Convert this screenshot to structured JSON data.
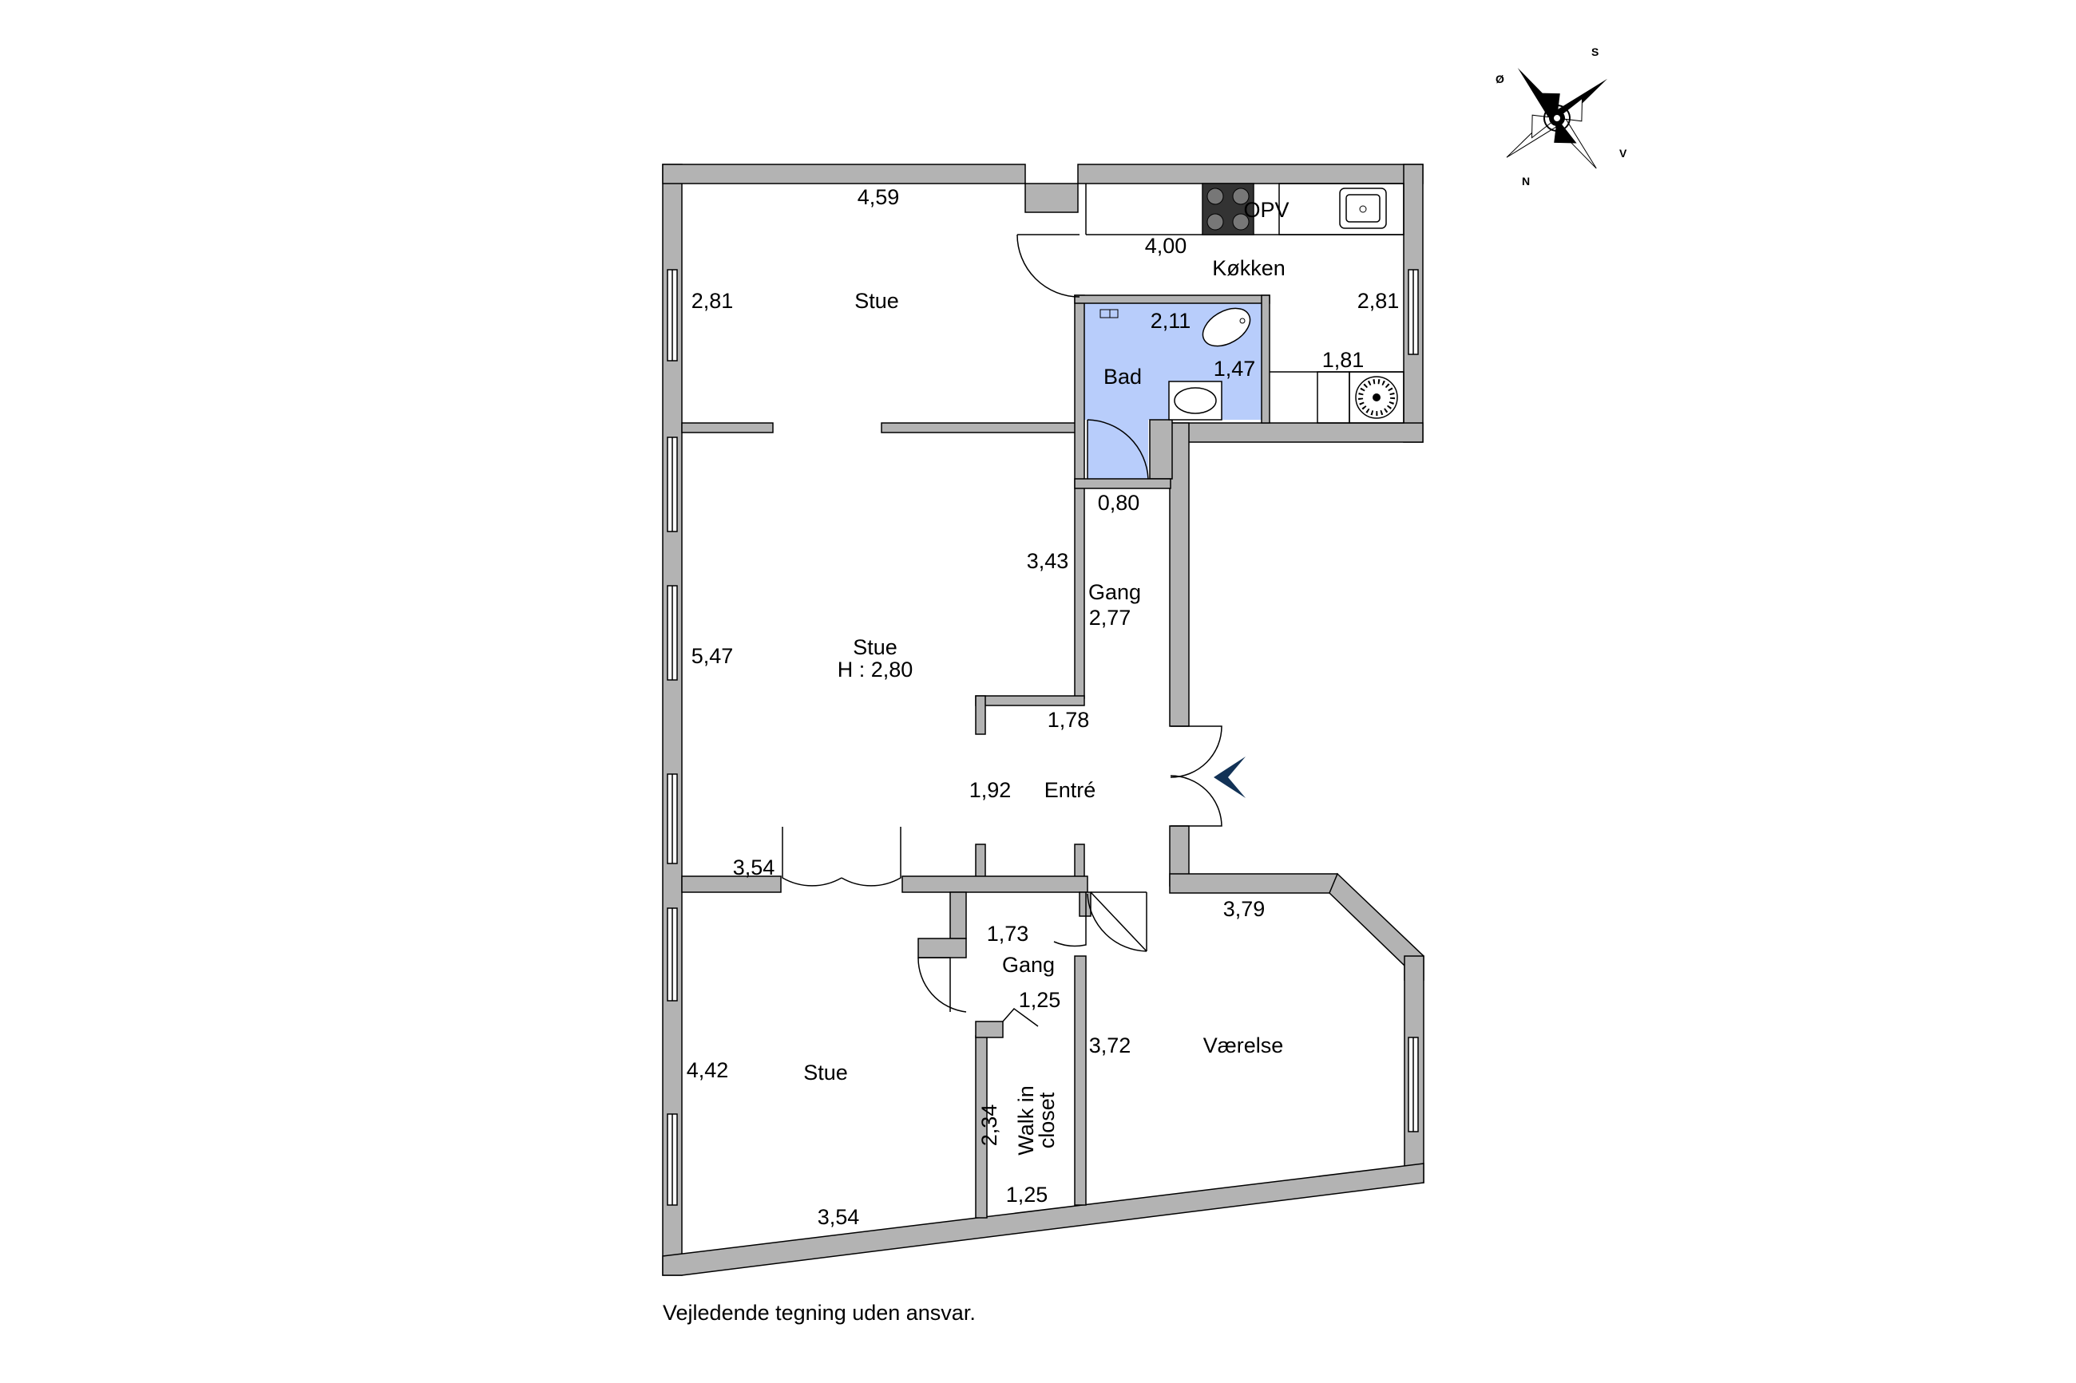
{
  "rooms": {
    "stue_top": "Stue",
    "stue_mid": "Stue",
    "stue_mid_height": "H : 2,80",
    "stue_bottom": "Stue",
    "kitchen": "Køkken",
    "bath": "Bad",
    "gang_top": "Gang",
    "gang_bottom": "Gang",
    "entre": "Entré",
    "vaerelse": "Værelse",
    "walk_in_1": "Walk in",
    "walk_in_2": "closet"
  },
  "fixtures": {
    "opv": "OPV"
  },
  "dimensions": {
    "stue_top_width": "4,59",
    "stue_top_depth": "2,81",
    "kitchen_width": "4,00",
    "kitchen_depth": "2,81",
    "kitchen_lower": "1,81",
    "bath_width": "2,11",
    "bath_depth": "1,47",
    "bath_door": "0,80",
    "gang_height": "3,43",
    "gang_width": "2,77",
    "stue_mid_depth": "5,47",
    "entre_top": "1,78",
    "entre_width": "1,92",
    "stue_bottom_top": "3,54",
    "stue_bottom_depth": "4,42",
    "stue_bottom_width": "3,54",
    "gang_bottom_width": "1,73",
    "closet_top": "1,25",
    "closet_depth": "2,34",
    "closet_bottom": "1,25",
    "vaerelse_depth": "3,72",
    "vaerelse_width": "3,79"
  },
  "compass": {
    "north": "N",
    "south": "S",
    "east": "Ø",
    "west": "V"
  },
  "disclaimer": "Vejledende tegning uden ansvar.",
  "colors": {
    "wall": "#b3b3b3",
    "bath": "#b8cdfb",
    "entrance_marker": "#123256"
  }
}
